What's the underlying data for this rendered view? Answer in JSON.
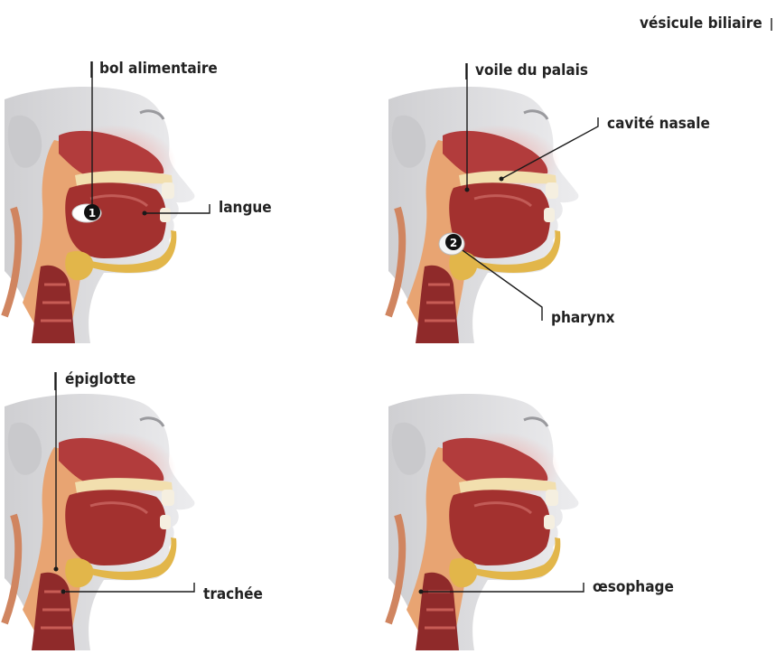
{
  "labels": {
    "corner": "vésicule biliaire",
    "bol": "bol alimentaire",
    "langue": "langue",
    "voile": "voile du palais",
    "cavite": "cavité nasale",
    "pharynx": "pharynx",
    "epiglotte": "épiglotte",
    "trachee": "trachée",
    "oesophage": "œsophage"
  },
  "markers": {
    "one": "1",
    "two": "2"
  },
  "colors": {
    "skin": "#e4e4e6",
    "skin_shadow": "#c9c9cc",
    "tissue": "#b23c3c",
    "tongue": "#a3312f",
    "bone": "#f2dfae",
    "jaw_yellow": "#e2b64a",
    "soft_palate": "#e8a472",
    "glow": "#f39a95",
    "line": "#1a1a1a"
  }
}
